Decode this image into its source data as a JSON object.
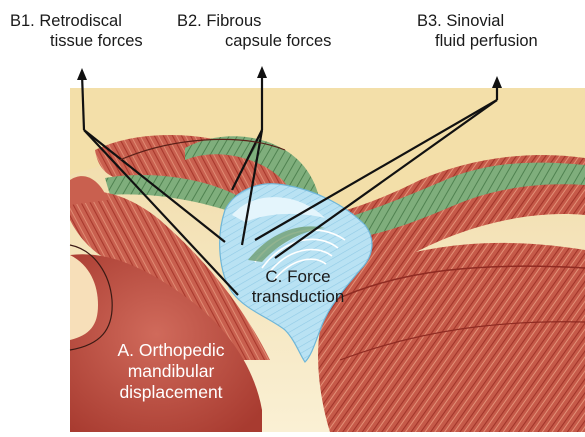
{
  "labels": {
    "b1": {
      "line1": "B1. Retrodiscal",
      "line2": "tissue forces"
    },
    "b2": {
      "line1": "B2. Fibrous",
      "line2": "capsule forces"
    },
    "b3": {
      "line1": "B3. Sinovial",
      "line2": "fluid perfusion"
    },
    "c": {
      "line1": "C. Force",
      "line2": "transduction"
    },
    "a": {
      "line1": "A. Orthopedic",
      "line2": "mandibular",
      "line3": "displacement"
    }
  },
  "colors": {
    "background": "#f5e7bf",
    "muscle": "#c75a4a",
    "muscle_dark": "#a0352b",
    "tendon_green": "#6c9a6a",
    "disc_blue": "#b5e0f2",
    "bone_red": "#c14c3f",
    "arrow": "#111111"
  }
}
